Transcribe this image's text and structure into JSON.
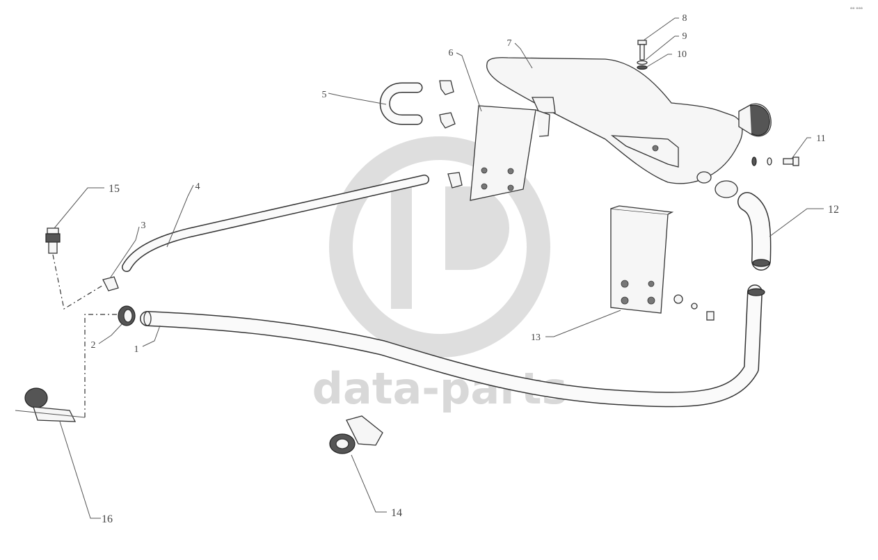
{
  "watermark": {
    "brand": "data-parts"
  },
  "corner_mark": "°° °°°",
  "callouts": [
    {
      "id": "1",
      "label": "1"
    },
    {
      "id": "2",
      "label": "2"
    },
    {
      "id": "3",
      "label": "3"
    },
    {
      "id": "4",
      "label": "4"
    },
    {
      "id": "5",
      "label": "5"
    },
    {
      "id": "6",
      "label": "6"
    },
    {
      "id": "7",
      "label": "7"
    },
    {
      "id": "8",
      "label": "8"
    },
    {
      "id": "9",
      "label": "9"
    },
    {
      "id": "10",
      "label": "10"
    },
    {
      "id": "11",
      "label": "11"
    },
    {
      "id": "12",
      "label": "12"
    },
    {
      "id": "13",
      "label": "13"
    },
    {
      "id": "14",
      "label": "14"
    },
    {
      "id": "15",
      "label": "15"
    },
    {
      "id": "16",
      "label": "16"
    }
  ]
}
